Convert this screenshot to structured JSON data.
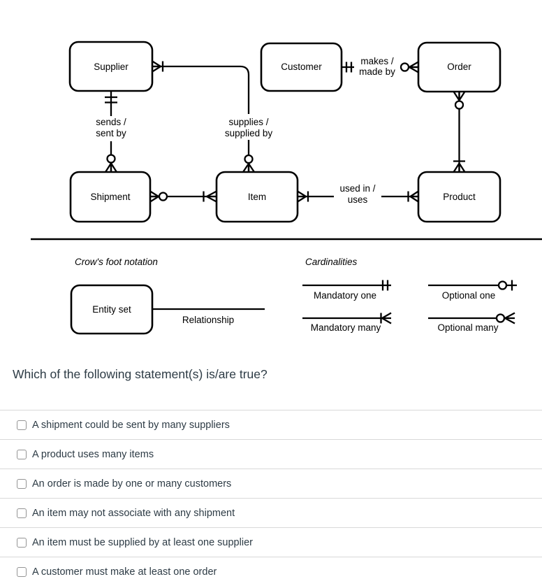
{
  "diagram": {
    "entities": [
      {
        "label": "Supplier"
      },
      {
        "label": "Customer"
      },
      {
        "label": "Order"
      },
      {
        "label": "Shipment"
      },
      {
        "label": "Item"
      },
      {
        "label": "Product"
      }
    ],
    "relationships": [
      {
        "label1": "sends /",
        "label2": "sent by",
        "from": "Supplier",
        "from_cardinality": "mandatory-one",
        "to": "Shipment",
        "to_cardinality": "optional-many"
      },
      {
        "label1": "supplies /",
        "label2": "supplied by",
        "from": "Supplier",
        "from_cardinality": "mandatory-many",
        "to": "Item",
        "to_cardinality": "optional-many"
      },
      {
        "label1": "makes /",
        "label2": "made by",
        "from": "Customer",
        "from_cardinality": "mandatory-one",
        "to": "Order",
        "to_cardinality": "optional-many"
      },
      {
        "label1": "",
        "label2": "",
        "from": "Shipment",
        "from_cardinality": "optional-many",
        "to": "Item",
        "to_cardinality": "mandatory-many"
      },
      {
        "label1": "used in /",
        "label2": "uses",
        "from": "Item",
        "from_cardinality": "mandatory-many",
        "to": "Product",
        "to_cardinality": "mandatory-many"
      },
      {
        "label1": "",
        "label2": "",
        "from": "Order",
        "from_cardinality": "optional-many",
        "to": "Product",
        "to_cardinality": "mandatory-many"
      }
    ]
  },
  "legend": {
    "notation_title": "Crow's foot notation",
    "entity_set_label": "Entity set",
    "relationship_label": "Relationship",
    "cardinalities_title": "Cardinalities",
    "cardinalities": [
      {
        "symbol": "mandatory-one",
        "label": "Mandatory one"
      },
      {
        "symbol": "optional-one",
        "label": "Optional one"
      },
      {
        "symbol": "mandatory-many",
        "label": "Mandatory many"
      },
      {
        "symbol": "optional-many",
        "label": "Optional many"
      }
    ]
  },
  "question": {
    "text": "Which of the following statement(s) is/are true?"
  },
  "options": [
    {
      "label": "A shipment could be sent by many suppliers",
      "checked": false
    },
    {
      "label": "A product uses many items",
      "checked": false
    },
    {
      "label": "An order is made by one or many customers",
      "checked": false
    },
    {
      "label": "An item may not associate with any shipment",
      "checked": false
    },
    {
      "label": "An item must be supplied by at least one supplier",
      "checked": false
    },
    {
      "label": "A customer must make at least one order",
      "checked": false
    }
  ],
  "colors": {
    "diagram_stroke": "#000000",
    "text": "#2d3b45",
    "divider": "#d8d8d8",
    "checkbox_border": "#949494",
    "background": "#ffffff"
  }
}
